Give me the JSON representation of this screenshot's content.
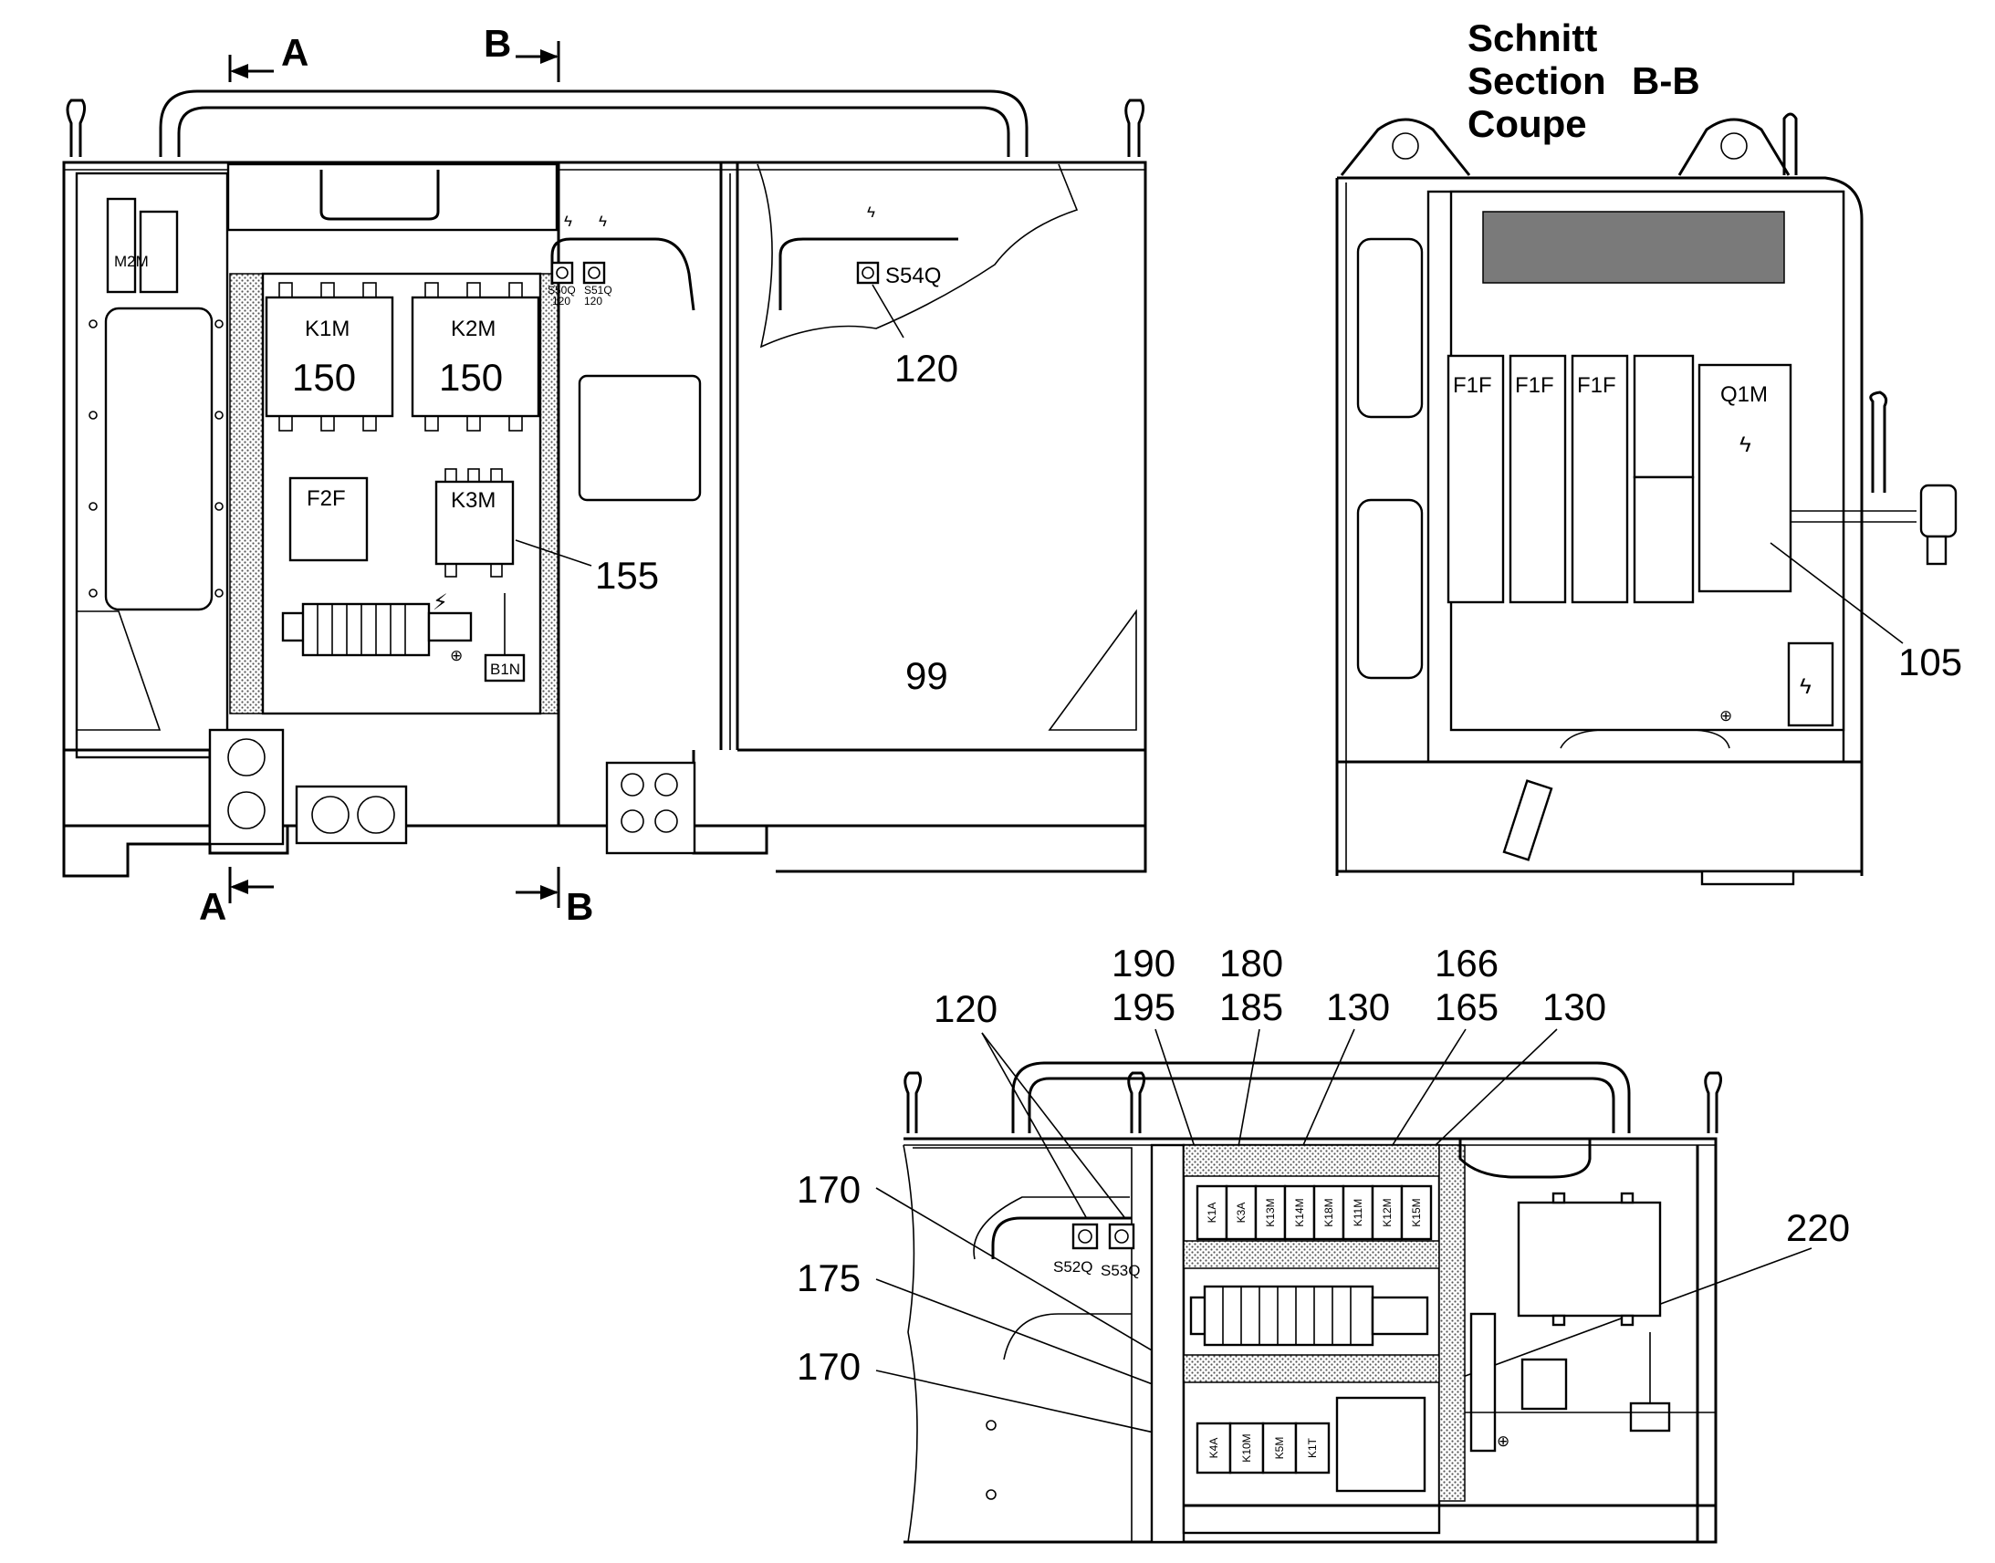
{
  "section_markers": {
    "a": "A",
    "b": "B"
  },
  "section_title": {
    "line1": "Schnitt",
    "line2": "Section",
    "line3": "Coupe",
    "id": "B-B"
  },
  "front_view": {
    "m2m": "M2M",
    "k1m": "K1M",
    "k2m": "K2M",
    "k3m": "K3M",
    "f2f": "F2F",
    "b1n": "B1N",
    "k1m_callout": "150",
    "k2m_callout": "150",
    "k3m_callout": "155",
    "s50q": "S50Q",
    "s51q": "S51Q",
    "s50q_sub": "120",
    "s51q_sub": "120",
    "s54q": "S54Q",
    "s54q_callout": "120",
    "door_callout": "99"
  },
  "section_view": {
    "fuses": [
      "F1F",
      "F1F",
      "F1F"
    ],
    "q1m": "Q1M",
    "q1m_callout": "105"
  },
  "top_view": {
    "callouts_top": {
      "c190": "190",
      "c195": "195",
      "c180": "180",
      "c185": "185",
      "c130a": "130",
      "c166": "166",
      "c165": "165",
      "c130b": "130",
      "c120": "120"
    },
    "callouts_left": {
      "c170a": "170",
      "c175": "175",
      "c170b": "170"
    },
    "callout_right": "220",
    "switches": [
      "S52Q",
      "S53Q"
    ],
    "relay_row": [
      "K1A",
      "K3A",
      "K13M",
      "K14M",
      "K18M",
      "K11M",
      "K12M",
      "K15M"
    ],
    "relay_row_bottom": [
      "K4A",
      "K10M",
      "K5M",
      "K1T"
    ]
  }
}
